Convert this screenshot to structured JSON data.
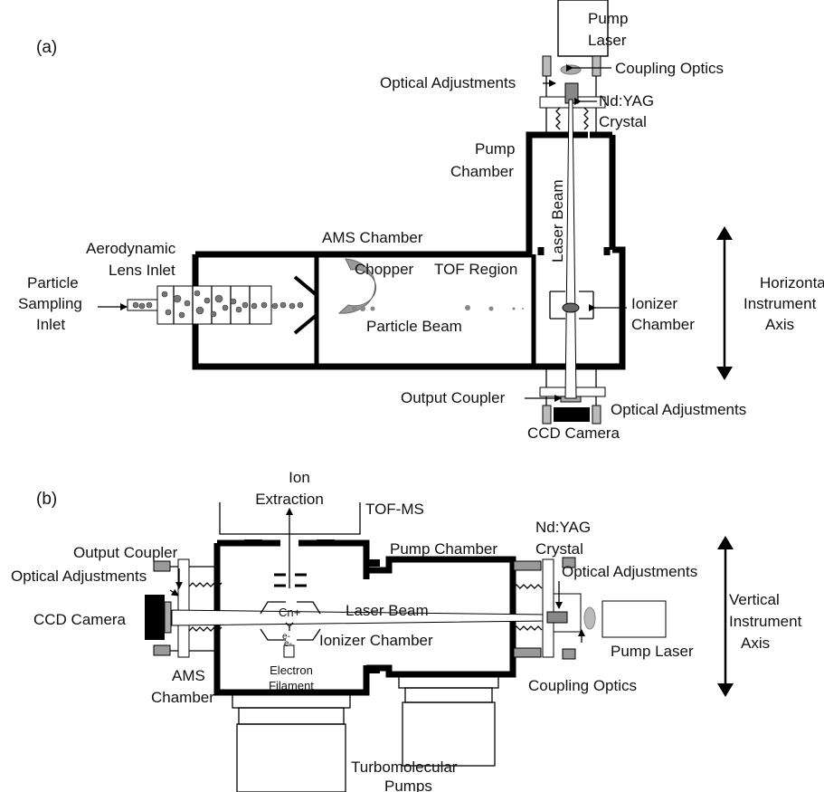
{
  "panel_a": {
    "tag": "(a)",
    "pump_laser": [
      "Pump",
      "Laser"
    ],
    "coupling_optics": "Coupling Optics",
    "optical_adjustments_top": "Optical Adjustments",
    "ndyag": [
      "Nd:YAG",
      "Crystal"
    ],
    "pump_chamber": [
      "Pump",
      "Chamber"
    ],
    "laser_beam": "Laser Beam",
    "aerodynamic_lens_inlet": [
      "Aerodynamic",
      "Lens Inlet"
    ],
    "ams_chamber": "AMS Chamber",
    "chopper": "Chopper",
    "tof_region": "TOF Region",
    "particle_sampling_inlet": [
      "Particle",
      "Sampling",
      "Inlet"
    ],
    "particle_beam": "Particle Beam",
    "ionizer_chamber": [
      "Ionizer",
      "Chamber"
    ],
    "horizontal_axis": [
      "Horizontal",
      "Instrument",
      "Axis"
    ],
    "output_coupler": "Output Coupler",
    "optical_adjustments_bottom": "Optical Adjustments",
    "ccd_camera": "CCD Camera"
  },
  "panel_b": {
    "tag": "(b)",
    "ion_extraction": [
      "Ion",
      "Extraction"
    ],
    "tof_ms": "TOF-MS",
    "ndyag": [
      "Nd:YAG",
      "Crystal"
    ],
    "output_coupler": "Output Coupler",
    "pump_chamber": "Pump Chamber",
    "optical_adjustments_left": "Optical Adjustments",
    "optical_adjustments_right": "Optical Adjustments",
    "cn_plus": "Cn+",
    "laser_beam": "Laser Beam",
    "ccd_camera": "CCD Camera",
    "electrons": "e-",
    "ionizer_chamber": "Ionizer Chamber",
    "vertical_axis": [
      "Vertical",
      "Instrument",
      "Axis"
    ],
    "electron_filament": [
      "Electron",
      "Filament"
    ],
    "pump_laser": "Pump Laser",
    "ams_chamber": [
      "AMS",
      "Chamber"
    ],
    "coupling_optics": "Coupling Optics",
    "turbomolecular_pumps": [
      "Turbomolecular",
      "Pumps"
    ]
  }
}
